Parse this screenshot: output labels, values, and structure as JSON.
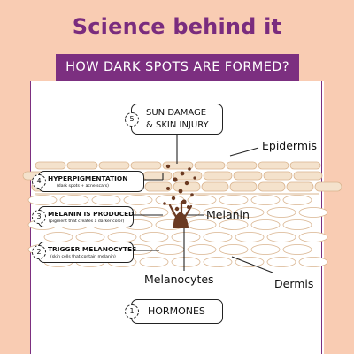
{
  "title": "Science behind it",
  "banner": "HOW DARK SPOTS ARE FORMED?",
  "steps": [
    {
      "number": "5",
      "title_lines": [
        "SUN DAMAGE",
        "& SKIN INJURY"
      ]
    },
    {
      "number": "4",
      "title": "HYPERPIGMENTATION",
      "subtitle": "(dark spots + acne scars)"
    },
    {
      "number": "3",
      "title": "MELANIN IS PRODUCED",
      "subtitle": "(pigment that creates a darker color)"
    },
    {
      "number": "2",
      "title": "TRIGGER MELANOCYTES",
      "subtitle": "(skin cells that contain melanin)"
    },
    {
      "number": "1",
      "title": "HORMONES"
    }
  ],
  "labels": {
    "epidermis": "Epidermis",
    "melanin": "Melanin",
    "melanocytes": "Melanocytes",
    "dermis": "Dermis"
  },
  "colors": {
    "background": "#f9ccb3",
    "accent": "#7c2f80",
    "cell_stroke": "#d9b48f",
    "cell_fill": "#f4e2cc",
    "melanin": "#6b3a22"
  }
}
